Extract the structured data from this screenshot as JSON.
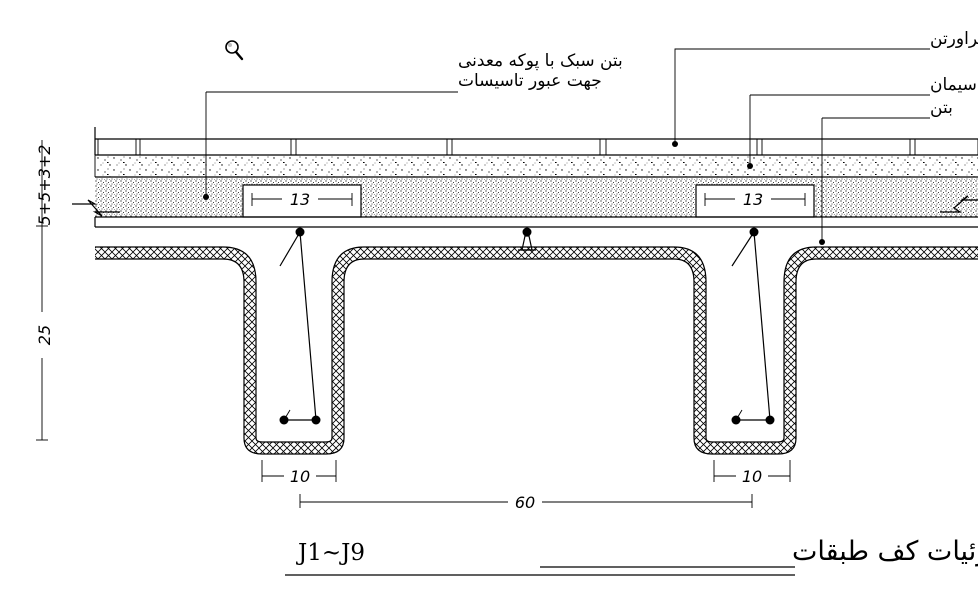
{
  "labels": {
    "travertine": "سنگ تراورتن",
    "mortar": "ملات ماسه سیمان",
    "concrete": "بتن",
    "light_concrete_line1": "بتن سبک با پوکه معدنی",
    "light_concrete_line2": "جهت عبور تاسیسات"
  },
  "dimensions": {
    "slot_width_left": "13",
    "slot_width_right": "13",
    "rib_width_left": "10",
    "rib_width_right": "10",
    "rib_spacing": "60",
    "rib_height": "25",
    "layer_thicknesses": "5+5+3+2"
  },
  "title": {
    "text": "جزئیات کف طبقات",
    "code": "J1~J9"
  },
  "icons": {
    "magnifier": "search-icon"
  },
  "colors": {
    "ink": "#000000",
    "background": "#ffffff"
  }
}
